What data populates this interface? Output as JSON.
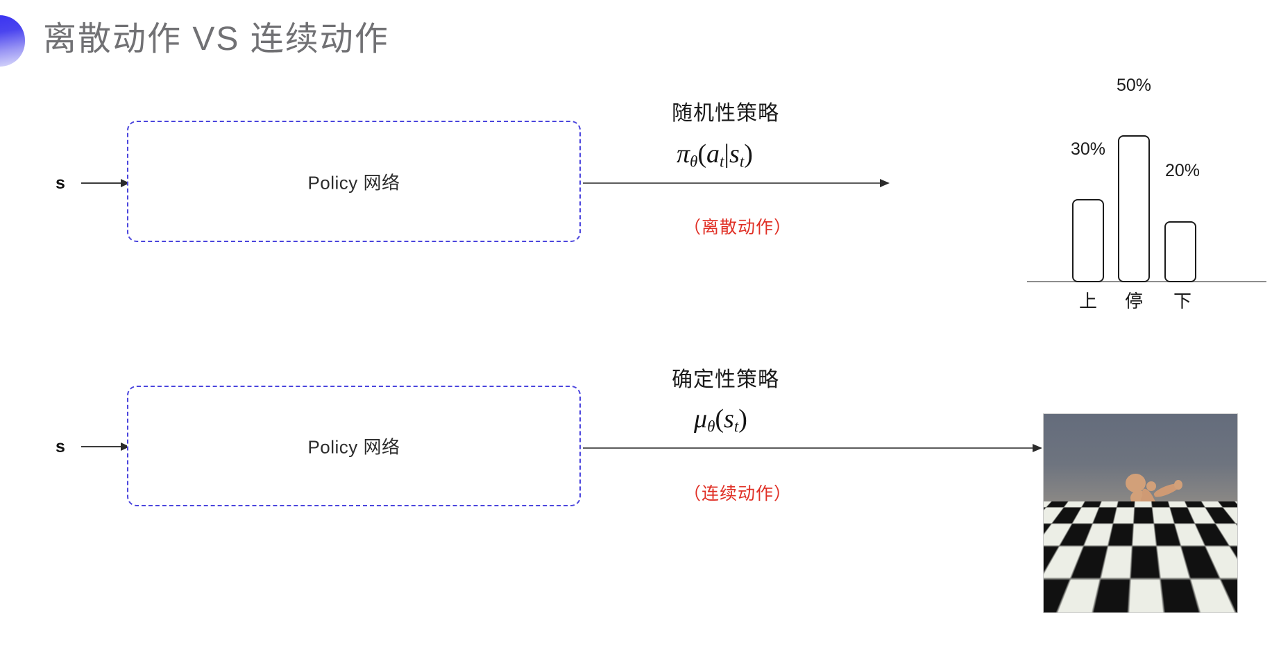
{
  "slide": {
    "title": "离散动作 VS 连续动作",
    "decor_color": "#3b34f0"
  },
  "rows": [
    {
      "id": "discrete",
      "input_label": "s",
      "policy_box_label": "Policy 网络",
      "policy_name": "随机性策略",
      "formula_plain": "πθ(at|st)",
      "formula": {
        "fn": "π",
        "theta": "θ",
        "open": "(",
        "arg": "a",
        "arg_sub": "t",
        "bar": "|",
        "cond": "s",
        "cond_sub": "t",
        "close": ")"
      },
      "action_note": "（离散动作）",
      "action_note_color": "#e03026"
    },
    {
      "id": "continuous",
      "input_label": "s",
      "policy_box_label": "Policy 网络",
      "policy_name": "确定性策略",
      "formula_plain": "μθ(st)",
      "formula": {
        "fn": "μ",
        "theta": "θ",
        "open": "(",
        "arg": "s",
        "arg_sub": "t",
        "close": ")"
      },
      "action_note": "（连续动作）",
      "action_note_color": "#e03026"
    }
  ],
  "chart_data": {
    "type": "bar",
    "title": "",
    "categories": [
      "上",
      "停",
      "下"
    ],
    "values": [
      30,
      50,
      20
    ],
    "value_labels": [
      "30%",
      "50%",
      "20%"
    ],
    "xlabel": "",
    "ylabel": "",
    "ylim": [
      0,
      60
    ],
    "grid": false,
    "legend": "none",
    "bar_fill": "#ffffff",
    "bar_stroke": "#1b1b1b",
    "axis_color": "#8d8d8d"
  },
  "sim": {
    "caption": "",
    "description": "humanoid-simulation",
    "sky_color": "#6a7180",
    "floor_colors": [
      "#eceee6",
      "#111111"
    ],
    "body_color": "#cf9a74"
  }
}
